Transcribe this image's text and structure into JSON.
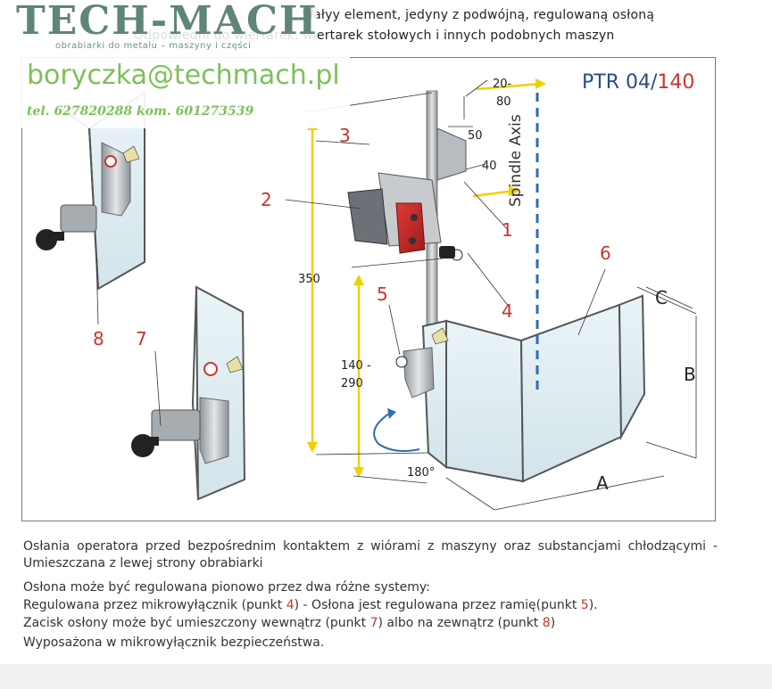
{
  "header": {
    "line1": "Wałyy element, jedyny z podwójną, regulowaną osłoną",
    "line2": "Odpowiedni do wiertarek, wiertarek stołowych i innych podobnych maszyn"
  },
  "logo": {
    "text": "TECH-MACH",
    "subtitle": "obrabiarki do metalu – maszyny i części"
  },
  "contact": {
    "email": "boryczka@techmach.pl",
    "phone": "tel. 627820288  kom. 601273539"
  },
  "diagram": {
    "model_prefix": "PTR 04/",
    "model_suffix": "140",
    "spindle_label": "Spindle Axis",
    "numbers": [
      "1",
      "2",
      "3",
      "4",
      "5",
      "6",
      "7",
      "8"
    ],
    "dimensions": {
      "d20_80_top": "20-",
      "d20_80_bottom": "80",
      "d50": "50",
      "d40": "40",
      "d350": "350",
      "d140_top": "140 -",
      "d140_bottom": "290",
      "d180": "180°"
    },
    "letters": {
      "a": "A",
      "b": "B",
      "c": "C"
    },
    "colors": {
      "accent_red": "#c8362e",
      "model_blue": "#2c4a8a",
      "contact_green": "#7cc15a"
    }
  },
  "description": {
    "p1": "Osłania operatora przed bezpośrednim kontaktem z wiórami z maszyny oraz substancjami chłodzącymi  - Umieszczana z lewej strony obrabiarki",
    "p2": "Osłona może być regulowana pionowo przez dwa różne systemy:",
    "p3_a": "Regulowana przez mikrowyłącznik (punkt ",
    "p3_b": "4",
    "p3_c": ") - Osłona jest regulowana przez ramię(punkt ",
    "p3_d": "5",
    "p3_e": ").",
    "p4_a": "Zacisk osłony może być umieszczony wewnątrz (punkt ",
    "p4_b": "7",
    "p4_c": ") albo na zewnątrz (punkt ",
    "p4_d": "8",
    "p4_e": ")",
    "p5": "Wyposażona w mikrowyłącznik bezpieczeństwa."
  }
}
